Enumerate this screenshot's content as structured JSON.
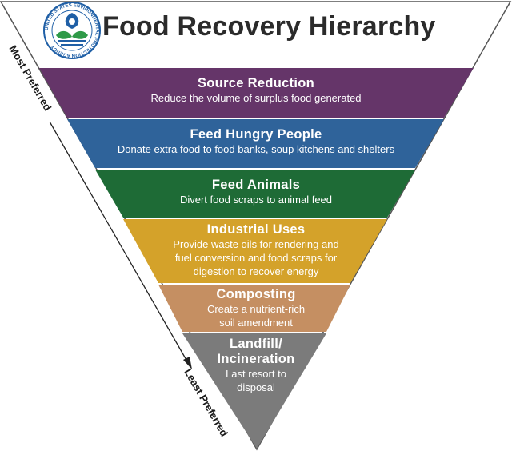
{
  "title": "Food Recovery Hierarchy",
  "logo": {
    "text": "UNITED STATES ENVIRONMENTAL PROTECTION AGENCY",
    "colors": {
      "ring": "#1f5fa6",
      "leaf": "#2f9a48",
      "flower": "#1f5fa6"
    }
  },
  "axis": {
    "top": "Most Preferred",
    "bottom": "Least Preferred"
  },
  "tiers": [
    {
      "title": "Source Reduction",
      "desc": [
        "Reduce the volume of surplus food generated"
      ],
      "color": "#653569"
    },
    {
      "title": "Feed Hungry People",
      "desc": [
        "Donate extra food to food banks, soup kitchens and shelters"
      ],
      "color": "#2f639a"
    },
    {
      "title": "Feed Animals",
      "desc": [
        "Divert food scraps to animal feed"
      ],
      "color": "#1e6b36"
    },
    {
      "title": "Industrial Uses",
      "desc": [
        "Provide waste oils for rendering and",
        "fuel conversion and food scraps for",
        "digestion to recover energy"
      ],
      "color": "#d4a22a"
    },
    {
      "title": "Composting",
      "desc": [
        "Create a nutrient-rich",
        "soil amendment"
      ],
      "color": "#c58f62"
    },
    {
      "title": [
        "Landfill/",
        "Incineration"
      ],
      "desc": [
        "Last resort to",
        "disposal"
      ],
      "color": "#7b7b7b"
    }
  ]
}
